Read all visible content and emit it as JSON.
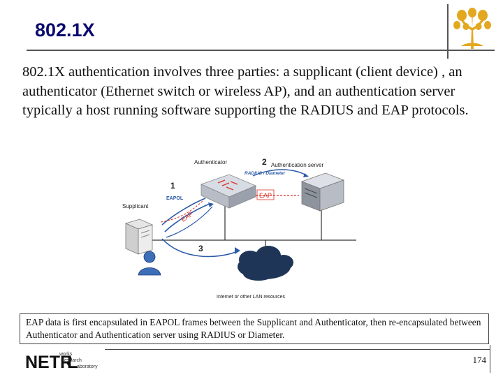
{
  "slide": {
    "title": "802.1X",
    "body": "802.1X authentication involves three parties: a supplicant (client device) , an authenticator (Ethernet switch or wireless AP), and an authentication server typically a host running software supporting the RADIUS and EAP protocols.",
    "caption": "EAP data is first encapsulated in EAPOL frames between the Supplicant and Authenticator, then re-encapsulated between Authenticator and Authentication server using RADIUS or Diameter.",
    "page_number": "174"
  },
  "diagram": {
    "authenticator_label": "Authenticator",
    "server_label": "Authentication server",
    "supplicant_label": "Supplicant",
    "protocol_label": "RADIUS / Diameter",
    "eapol_label": "EAPOL",
    "eap_label_switch": "EAP",
    "eap_label_tunnel": "EAP",
    "network_label": "Internet or other LAN resources",
    "step_1": "1",
    "step_2": "2",
    "step_3": "3"
  },
  "footer_logo": {
    "letters_main": "NETR",
    "letter_l": "L",
    "line_1": "works",
    "line_2": "esearch",
    "line_3": "aboratory"
  },
  "colors": {
    "title": "#0b0b6e",
    "logo_gold": "#e3a81f",
    "diagram_blue": "#2a5aa8",
    "diagram_red": "#d9342b"
  }
}
